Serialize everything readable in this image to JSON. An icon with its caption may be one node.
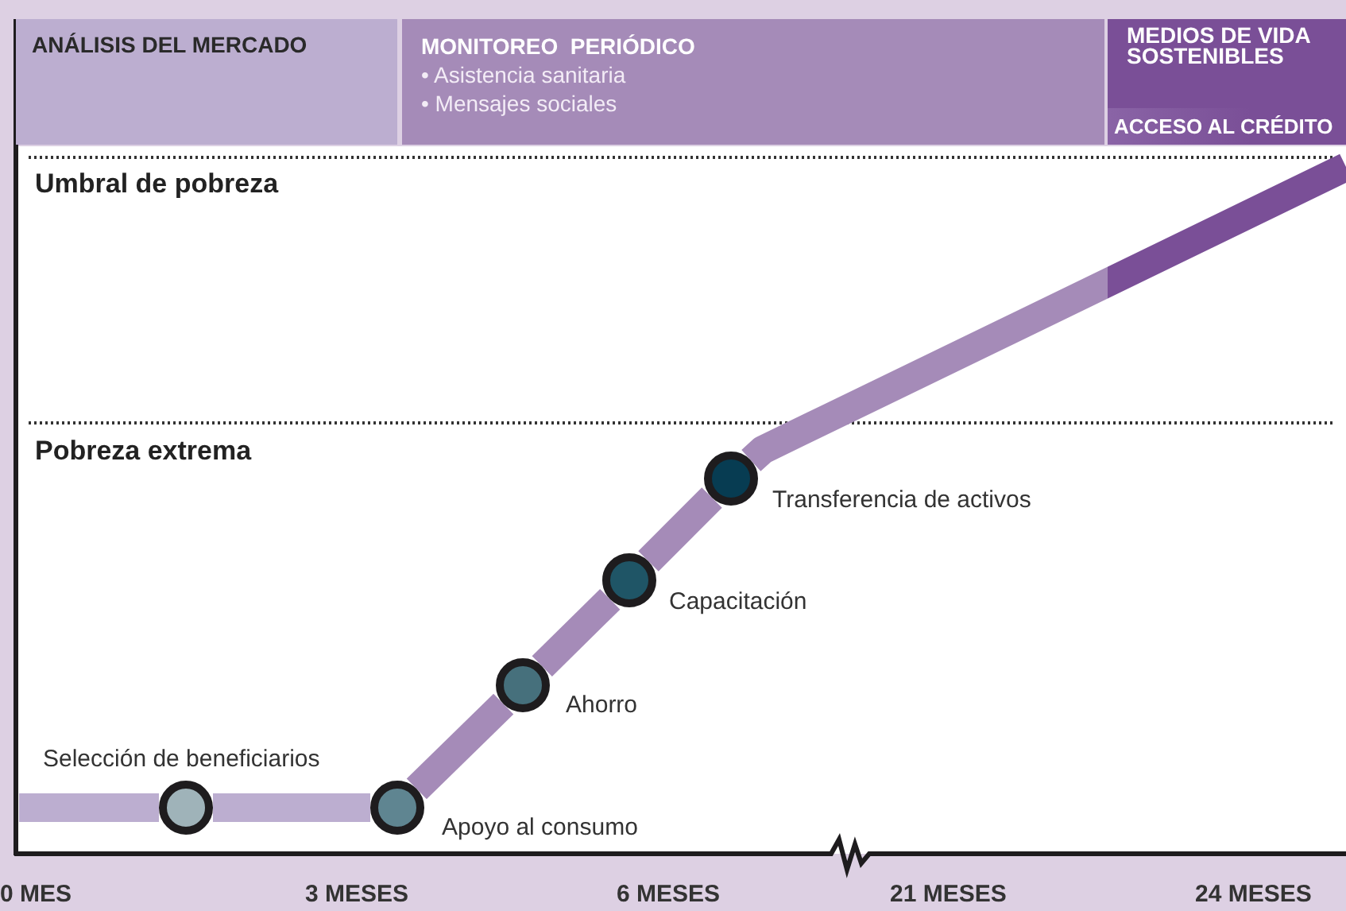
{
  "diagram": {
    "nodes": [
      {
        "text": [
          "ANÁLISIS DEL MERCADO"
        ]
      },
      {
        "text": [
          "MONITOREO  PERIÓDICO",
          "• Asistencia sanitaria",
          "• Mensajes sociales"
        ]
      },
      {
        "text": [
          "MEDIOS DE VIDA SOSTENIBLES"
        ]
      },
      {
        "text": [
          "ACCESO AL CRÉDITO"
        ]
      },
      {
        "text": [],
        "shape": "circle",
        "beside": [
          "Selección de beneficiarios"
        ]
      },
      {
        "text": [],
        "shape": "circle",
        "beside": [
          "Apoyo al consumo"
        ]
      },
      {
        "text": [],
        "shape": "circle",
        "beside": [
          "Ahorro"
        ]
      },
      {
        "text": [],
        "shape": "circle",
        "beside": [
          "Capacitación"
        ]
      },
      {
        "text": [],
        "shape": "circle",
        "beside": [
          "Transferencia de activos"
        ]
      }
    ],
    "edges": [
      {
        "from": null,
        "to": 4,
        "arrow": "none",
        "color": "#bcaed0"
      },
      {
        "from": 4,
        "to": 5,
        "arrow": "none",
        "color": "#bcaed0"
      },
      {
        "from": 5,
        "to": 6,
        "arrow": "none"
      },
      {
        "from": 6,
        "to": 7,
        "arrow": "none"
      },
      {
        "from": 7,
        "to": 8,
        "arrow": "none"
      },
      {
        "from": 8,
        "to": null,
        "arrow": "none"
      }
    ],
    "labels": [
      "Umbral de pobreza",
      "Pobreza extrema",
      "0 MES",
      "3 MESES",
      "6 MESES",
      "21 MESES",
      "24 MESES"
    ]
  }
}
